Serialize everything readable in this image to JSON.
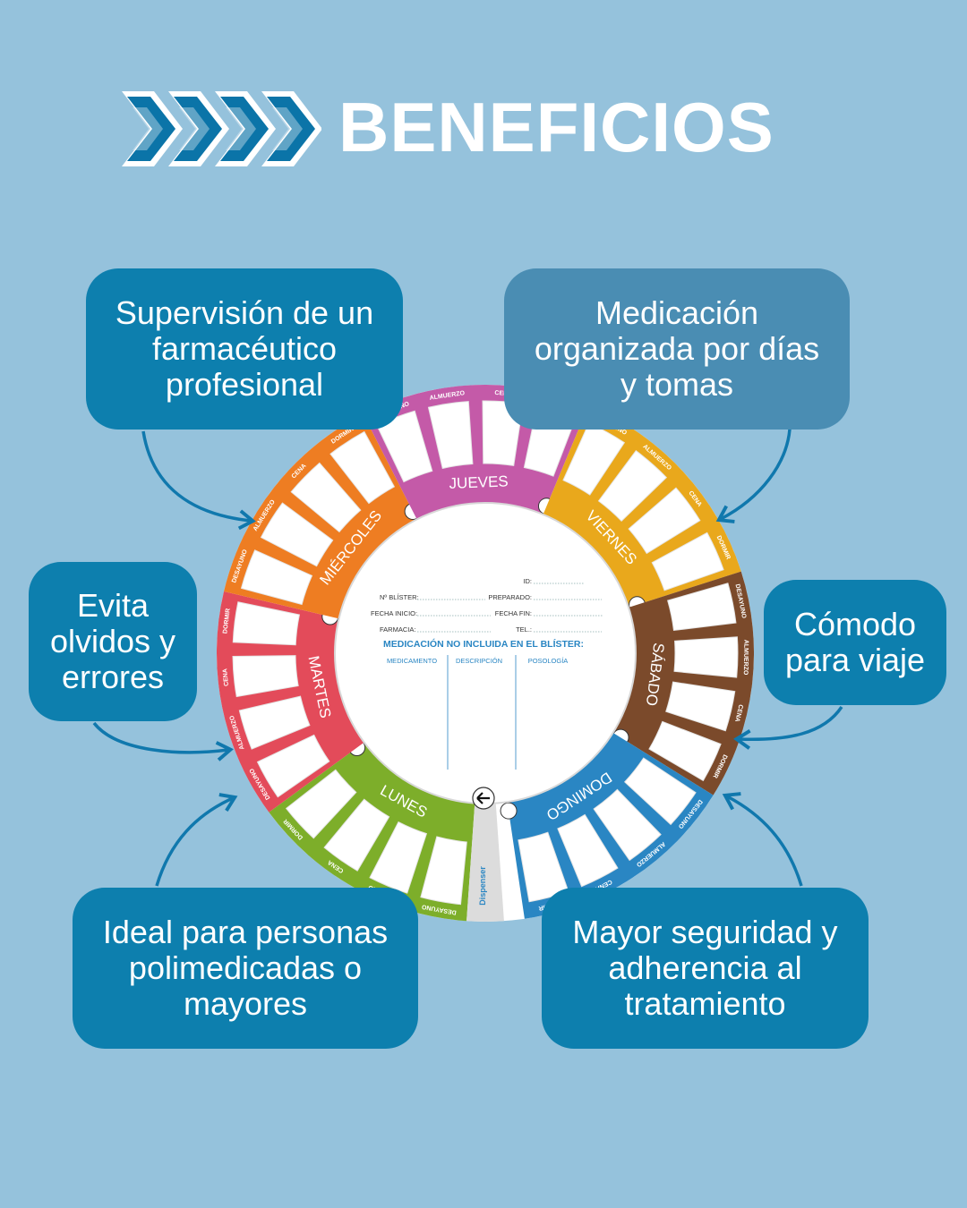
{
  "header": {
    "title": "BENEFICIOS",
    "chevron_icon": "double-chevron-right-icon",
    "colors": {
      "background": "#95c2dc",
      "chevron_dark": "#0b74a8",
      "chevron_light": "#ffffff"
    }
  },
  "benefits": [
    {
      "lines": [
        "Supervisión de un",
        "farmacéutico",
        "profesional"
      ]
    },
    {
      "lines": [
        "Medicación",
        "organizada por días",
        "y tomas"
      ]
    },
    {
      "lines": [
        "Evita",
        "olvidos y",
        "errores"
      ]
    },
    {
      "lines": [
        "Cómodo",
        "para viaje"
      ]
    },
    {
      "lines": [
        "Ideal para personas",
        "polimedicadas o",
        "mayores"
      ]
    },
    {
      "lines": [
        "Mayor seguridad y",
        "adherencia al",
        "tratamiento"
      ]
    }
  ],
  "wheel": {
    "days": [
      "LUNES",
      "MARTES",
      "MIÉRCOLES",
      "JUEVES",
      "VIERNES",
      "SÁBADO",
      "DOMINGO"
    ],
    "day_colors": [
      "#7dae2a",
      "#e34b5a",
      "#ee7d22",
      "#c45aa8",
      "#e9a81c",
      "#7b4a2b",
      "#2a86c3"
    ],
    "doses": [
      "DESAYUNO",
      "ALMUERZO",
      "CENA",
      "DORMIR"
    ],
    "card": {
      "id_label": "ID:",
      "blister_label": "Nº BLÍSTER:",
      "preparado_label": "PREPARADO:",
      "fecha_inicio_label": "FECHA INICIO:",
      "fecha_fin_label": "FECHA FIN:",
      "farmacia_label": "FARMACIA:",
      "tel_label": "TEL.:",
      "heading": "MEDICACIÓN  NO INCLUIDA EN EL BLÍSTER:",
      "columns": [
        "MEDICAMENTO",
        "DESCRIPCIÓN",
        "POSOLOGÍA"
      ]
    },
    "brand": "Dispenser"
  }
}
